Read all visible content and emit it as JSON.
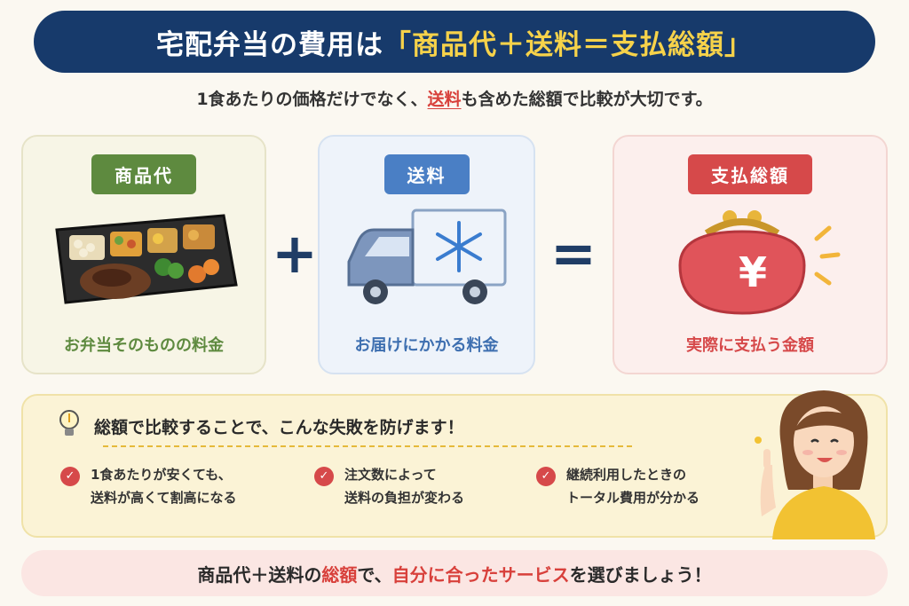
{
  "title": {
    "lead": "宅配弁当の費用は",
    "highlight": "「商品代＋送料＝支払総額」"
  },
  "subtitle": {
    "part1": "1食あたりの価格だけでなく、",
    "red": "送料",
    "part2": "も含めた総額で比較が大切です。"
  },
  "cards": [
    {
      "label": "商品代",
      "caption": "お弁当そのものの料金",
      "icon": "bento-box-icon"
    },
    {
      "label": "送料",
      "caption": "お届けにかかる料金",
      "icon": "frozen-truck-icon"
    },
    {
      "label": "支払総額",
      "caption": "実際に支払う金額",
      "icon": "yen-purse-icon",
      "symbol": "¥"
    }
  ],
  "operators": {
    "plus": "+",
    "equals": "="
  },
  "tips": {
    "heading": "総額で比較することで、こんな失敗を防げます！",
    "items": [
      {
        "line1": "1食あたりが安くても、",
        "line2": "送料が高くて割高になる"
      },
      {
        "line1": "注文数によって",
        "line2": "送料の負担が変わる"
      },
      {
        "line1": "継続利用したときの",
        "line2": "トータル費用が分かる"
      }
    ],
    "check_symbol": "✓"
  },
  "footer": {
    "part1": "商品代＋送料の",
    "red1": "総額",
    "part2": "で、",
    "red2": "自分に合ったサービス",
    "part3": "を選びましょう！"
  },
  "colors": {
    "navy": "#173a6b",
    "yellow": "#f6d24a",
    "green": "#5e8a3f",
    "blue": "#4a7fc5",
    "red": "#d6494a"
  }
}
